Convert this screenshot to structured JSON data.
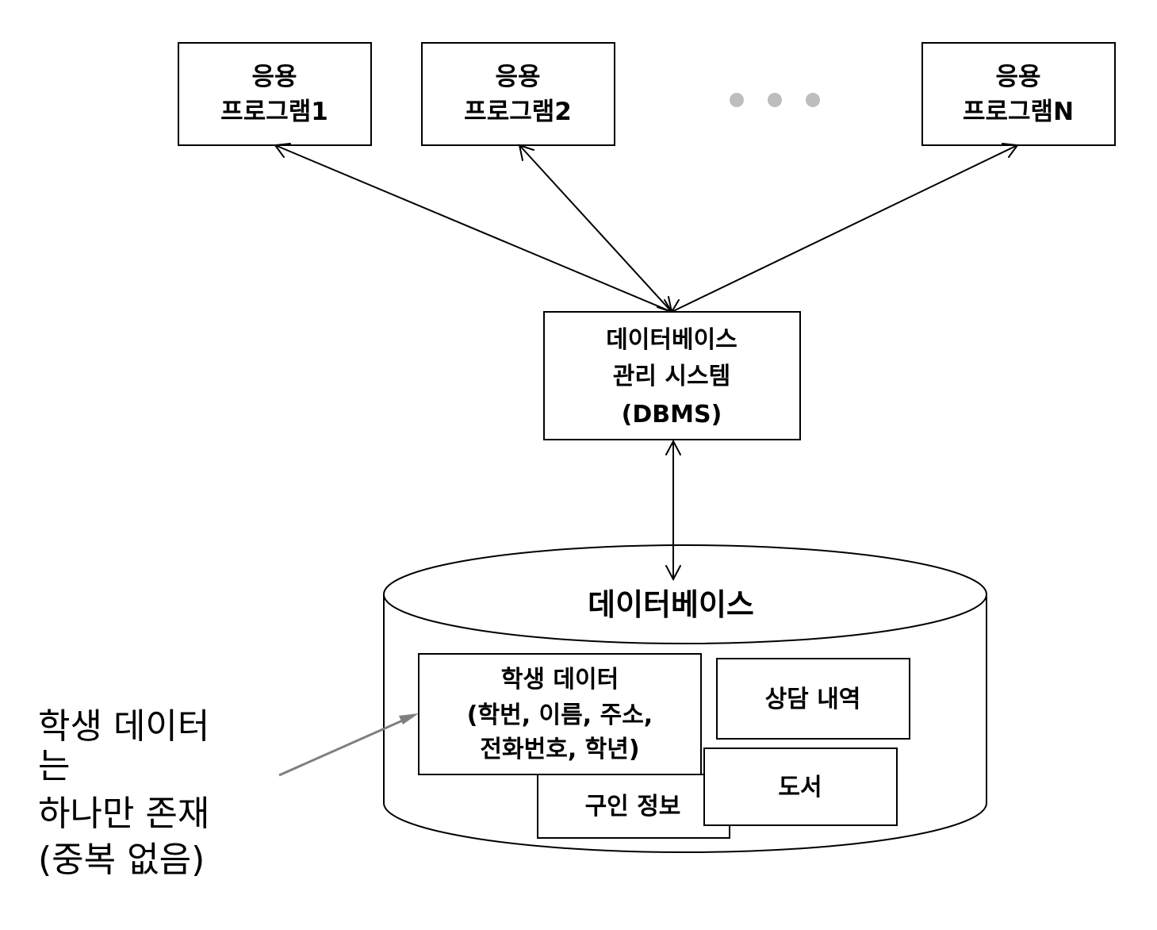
{
  "apps": [
    {
      "line1": "응용",
      "line2": "프로그램1"
    },
    {
      "line1": "응용",
      "line2": "프로그램2"
    },
    {
      "line1": "응용",
      "line2": "프로그램N"
    }
  ],
  "ellipsis": {
    "color": "#bdbdbd"
  },
  "dbms": {
    "line1": "데이터베이스",
    "line2": "관리 시스템",
    "line3": "(DBMS)"
  },
  "database": {
    "title": "데이터베이스",
    "student": {
      "line1": "학생 데이터",
      "line2": "(학번, 이름, 주소,",
      "line3": "전화번호, 학년)"
    },
    "counseling": {
      "label": "상담 내역"
    },
    "purchase": {
      "label": "구인 정보"
    },
    "books": {
      "label": "도서"
    }
  },
  "annotation": {
    "line1": "학생 데이터",
    "line2": "는",
    "line3": "하나만 존재",
    "line4": "(중복 없음)",
    "arrow_color": "#7f7f7f"
  }
}
